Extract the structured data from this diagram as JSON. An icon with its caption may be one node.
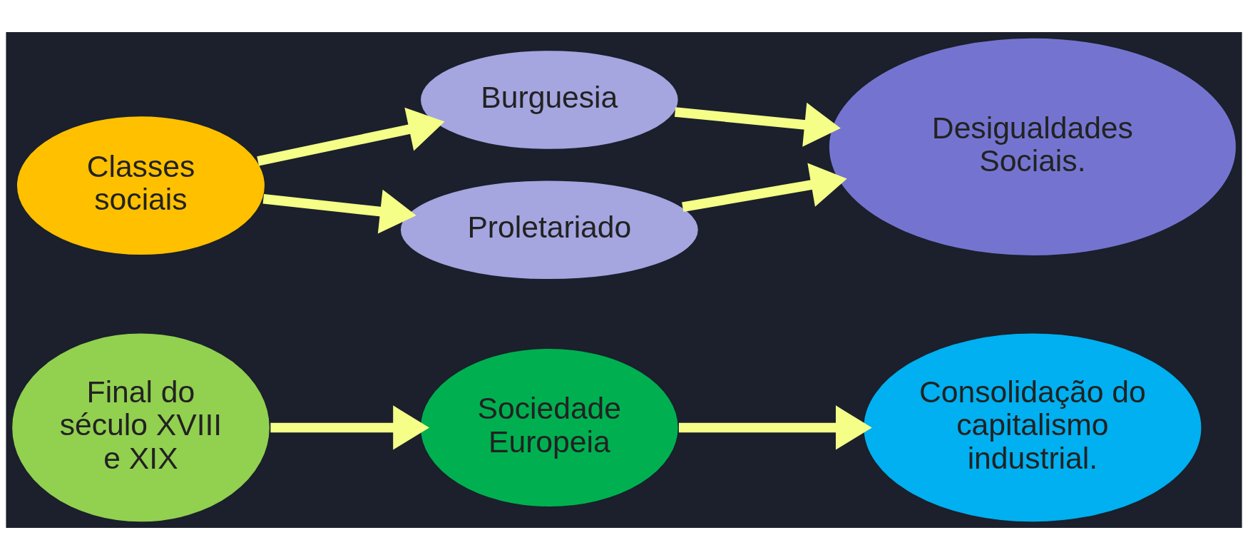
{
  "diagram": {
    "nodes": [
      {
        "text": [
          "Final do século XVIII e XIX"
        ]
      },
      {
        "text": [
          "Sociedade Europeia"
        ]
      },
      {
        "text": [
          "Consolidação do capitalismo industrial."
        ]
      },
      {
        "text": [
          "Classes sociais"
        ]
      },
      {
        "text": [
          "Burguesia"
        ]
      },
      {
        "text": [
          "Proletariado"
        ]
      },
      {
        "text": [
          "Desigualdades Sociais."
        ]
      }
    ],
    "edges": [
      {
        "from": 0,
        "to": 1,
        "arrow": "to"
      },
      {
        "from": 1,
        "to": 2,
        "arrow": "to"
      },
      {
        "from": 3,
        "to": 4,
        "arrow": "to"
      },
      {
        "from": 3,
        "to": 5,
        "arrow": "to"
      },
      {
        "from": 4,
        "to": 6,
        "arrow": "to"
      },
      {
        "from": 5,
        "to": 6,
        "arrow": "to"
      }
    ]
  }
}
